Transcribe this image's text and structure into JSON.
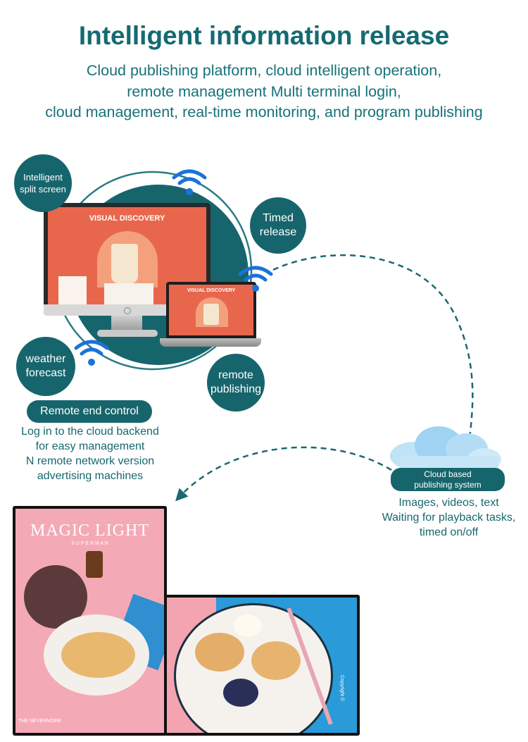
{
  "header": {
    "title": "Intelligent information release",
    "subtitle_lines": [
      "Cloud publishing platform, cloud intelligent operation,",
      "remote management Multi terminal login,",
      "cloud management, real-time monitoring, and program publishing"
    ]
  },
  "features": {
    "split_screen": "Intelligent split screen",
    "timed_release": "Timed release",
    "weather": "weather forecast",
    "remote_publishing": "remote publishing"
  },
  "devices": {
    "monitor_banner": "VISUAL DISCOVERY",
    "laptop_banner": "VISUAL DISCOVERY"
  },
  "remote": {
    "label": "Remote end control",
    "description_lines": [
      "Log in to the cloud backend",
      "for easy management",
      "N remote network version",
      "advertising machines"
    ]
  },
  "cloud": {
    "label_lines": [
      "Cloud based",
      "publishing system"
    ],
    "description_lines": [
      "Images, videos, text",
      "Waiting for playback tasks,",
      "timed on/off"
    ]
  },
  "displays": {
    "poster_title": "MAGIC LIGHT",
    "poster_subtitle": "S U P E R M A N",
    "poster_footer": "THE NEVERMORE",
    "side_text": "Copyright ©"
  },
  "colors": {
    "teal": "#17656c",
    "ring": "#2b7b82",
    "wifi": "#1a73d9"
  }
}
